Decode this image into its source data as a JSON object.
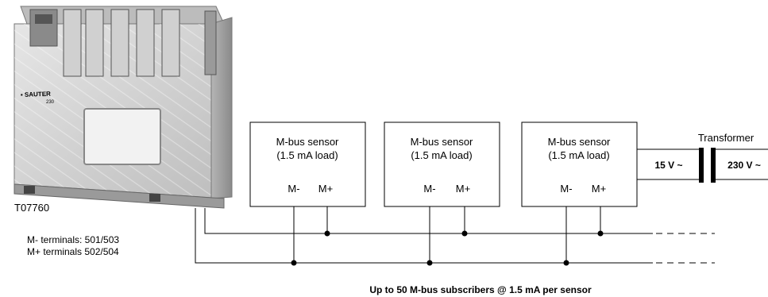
{
  "controller": {
    "brand": "SAUTER",
    "model": "230",
    "id_label": "T07760",
    "terminals_m_minus": "M- terminals: 501/503",
    "terminals_m_plus": "M+ terminals 502/504"
  },
  "sensors": [
    {
      "title": "M-bus sensor",
      "load": "(1.5 mA load)",
      "minus": "M-",
      "plus": "M+"
    },
    {
      "title": "M-bus sensor",
      "load": "(1.5 mA load)",
      "minus": "M-",
      "plus": "M+"
    },
    {
      "title": "M-bus sensor",
      "load": "(1.5 mA load)",
      "minus": "M-",
      "plus": "M+"
    }
  ],
  "transformer": {
    "title": "Transformer",
    "secondary": "15 V ~",
    "primary": "230 V ~"
  },
  "caption": "Up to 50 M-bus subscribers @ 1.5 mA per sensor"
}
